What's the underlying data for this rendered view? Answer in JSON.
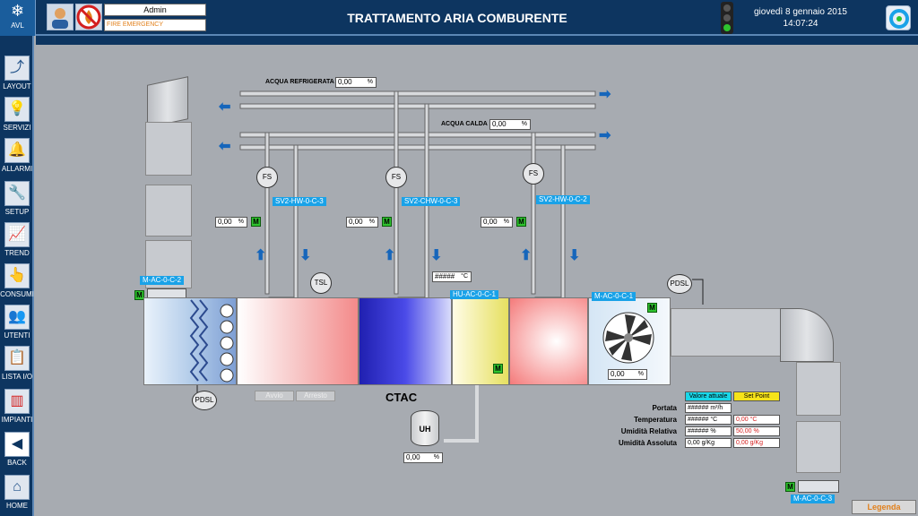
{
  "header": {
    "logo_label": "AVL",
    "title": "TRATTAMENTO ARIA COMBURENTE",
    "user": "Admin",
    "emergency": "FIRE EMERGENCY",
    "date": "giovedì 8 gennaio 2015",
    "time": "14:07:24"
  },
  "sidebar": {
    "items": [
      {
        "label": "LAYOUT",
        "icon": "layout-icon",
        "glyph": "⤴"
      },
      {
        "label": "SERVIZI",
        "icon": "servizi-icon",
        "glyph": "💡"
      },
      {
        "label": "ALLARMI",
        "icon": "allarmi-icon",
        "glyph": "🔔"
      },
      {
        "label": "SETUP",
        "icon": "setup-icon",
        "glyph": "🔧"
      },
      {
        "label": "TREND",
        "icon": "trend-icon",
        "glyph": "📈"
      },
      {
        "label": "CONSUMI",
        "icon": "consumi-icon",
        "glyph": "👆"
      },
      {
        "label": "UTENTI",
        "icon": "utenti-icon",
        "glyph": "👥"
      },
      {
        "label": "LISTA I/O",
        "icon": "lista-io-icon",
        "glyph": "📋"
      },
      {
        "label": "IMPIANTI",
        "icon": "impianti-icon",
        "glyph": "▥"
      },
      {
        "label": "BACK",
        "icon": "back-icon",
        "glyph": "◀"
      },
      {
        "label": "HOME",
        "icon": "home-icon",
        "glyph": "⌂"
      }
    ]
  },
  "plant": {
    "acqua_refrigerata_label": "ACQUA REFRIGERATA",
    "acqua_refrigerata_value": "0,00",
    "acqua_calda_label": "ACQUA CALDA",
    "acqua_calda_value": "0,00",
    "pct_unit": "%",
    "valve_1_tag": "SV2-HW-0-C-3",
    "valve_1_value": "0,00",
    "valve_2_tag": "SV2-CHW-0-C-3",
    "valve_2_value": "0,00",
    "valve_3_tag": "SV2-HW-0-C-2",
    "valve_3_value": "0,00",
    "fs_label": "FS",
    "tsl_label": "TSL",
    "tsl_value": "#####",
    "tsl_unit": "°C",
    "damper_in_tag": "M-AC-0-C-2",
    "humidifier_tag": "HU-AC-0-C-1",
    "fan_tag": "M-AC-0-C-1",
    "fan_value": "0,00",
    "damper_out_tag": "M-AC-0-C-3",
    "pdsl_label": "PDSL",
    "m_label": "M",
    "uh_label": "UH",
    "uh_value": "0,00",
    "avvio_label": "Avvio",
    "arresto_label": "Arresto",
    "ctac_label": "CTAC"
  },
  "readings": {
    "col_actual": "Valore attuale",
    "col_setpoint": "Set Point",
    "rows": [
      {
        "label": "Portata",
        "actual": "######",
        "actual_unit": "m³/h",
        "setpoint": "",
        "setpoint_unit": ""
      },
      {
        "label": "Temperatura",
        "actual": "######",
        "actual_unit": "°C",
        "setpoint": "0,00",
        "setpoint_unit": "°C"
      },
      {
        "label": "Umidità Relativa",
        "actual": "######",
        "actual_unit": "%",
        "setpoint": "50,00",
        "setpoint_unit": "%"
      },
      {
        "label": "Umidità Assoluta",
        "actual": "0,00",
        "actual_unit": "g/Kg",
        "setpoint": "0,00",
        "setpoint_unit": "g/Kg"
      }
    ]
  },
  "footer": {
    "legenda": "Legenda"
  },
  "colors": {
    "accent": "#19a2e8",
    "bar": "#0d3560",
    "background": "#a7abb1",
    "motor": "#2ec32e",
    "setpoint_text": "#d41f1f"
  }
}
